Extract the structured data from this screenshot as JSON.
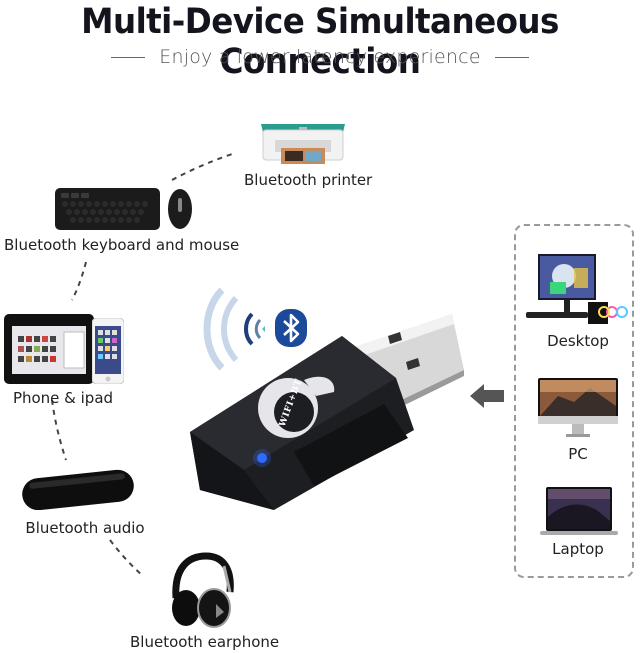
{
  "header": {
    "title": "Multi-Device Simultaneous Connection",
    "subtitle": "Enjoy a lower latency experience"
  },
  "left_devices": [
    {
      "label": "Bluetooth printer",
      "icon": "printer-icon"
    },
    {
      "label": "Bluetooth keyboard and mouse",
      "icon": "keyboard-mouse-icon"
    },
    {
      "label": "Phone & ipad",
      "icon": "phone-tablet-icon"
    },
    {
      "label": "Bluetooth audio",
      "icon": "speaker-icon"
    },
    {
      "label": "Bluetooth earphone",
      "icon": "headphones-icon"
    }
  ],
  "adapter": {
    "logo_text": "WIFI+BT",
    "led_color": "#2f6bff",
    "signal_icon": "wireless-signal-icon",
    "bluetooth_icon": "bluetooth-icon",
    "bluetooth_color": "#1c4a9a"
  },
  "right_devices": [
    {
      "label": "Desktop",
      "icon": "desktop-pc-icon"
    },
    {
      "label": "PC",
      "icon": "imac-icon"
    },
    {
      "label": "Laptop",
      "icon": "laptop-icon"
    }
  ],
  "arrow": {
    "direction": "left",
    "color": "#555555"
  }
}
